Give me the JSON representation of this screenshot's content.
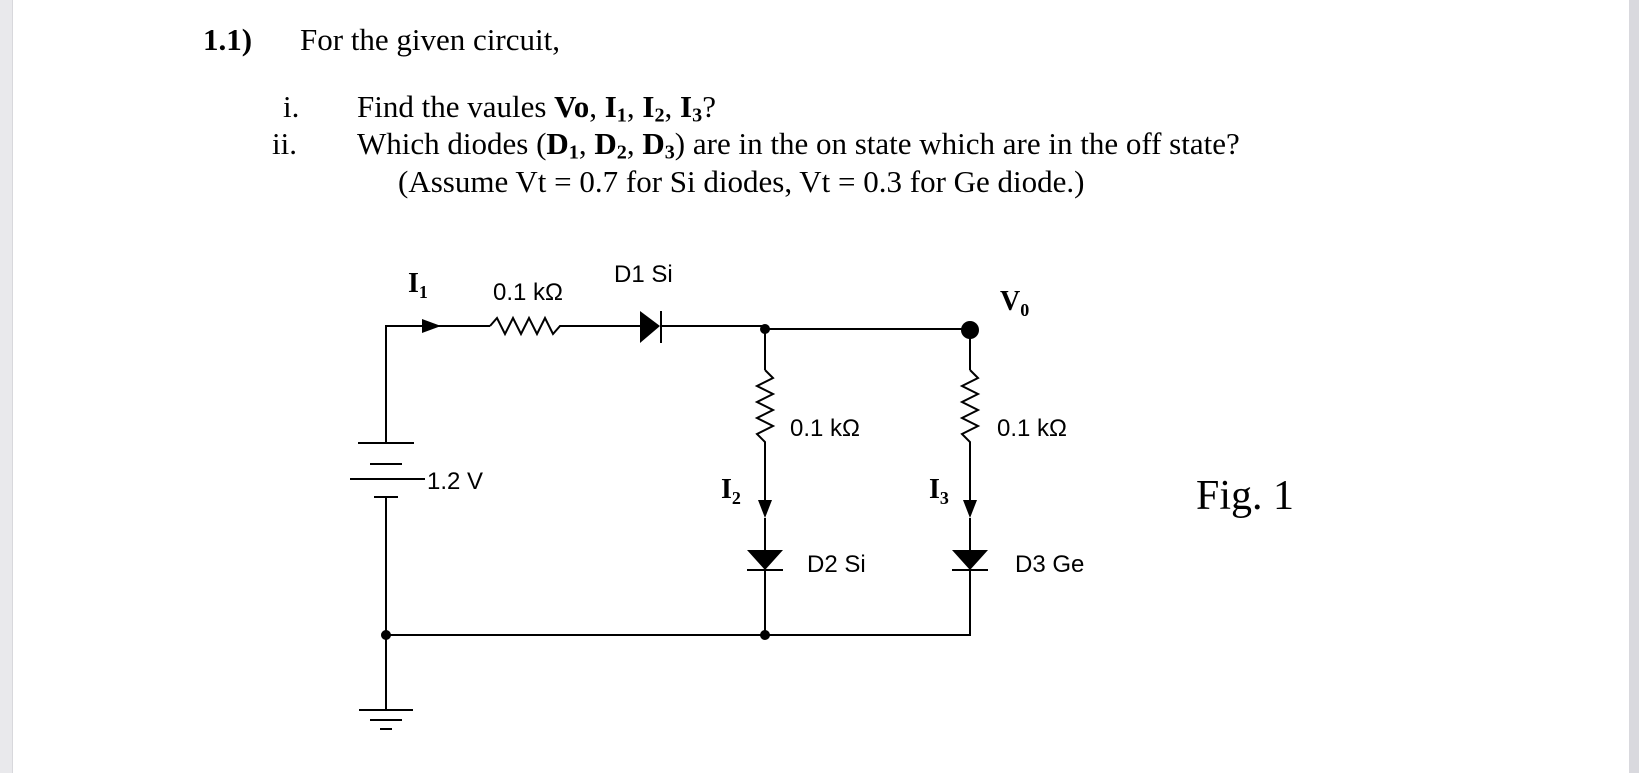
{
  "question": {
    "number": "1.1)",
    "title": "For the given circuit,",
    "items": [
      {
        "marker": "i.",
        "text_prefix": "Find the vaules ",
        "vars": [
          "Vo",
          "I1",
          "I2",
          "I3"
        ],
        "suffix": "?"
      },
      {
        "marker": "ii.",
        "text_prefix": "Which diodes (",
        "diodes": [
          "D1",
          "D2",
          "D3"
        ],
        "suffix": ") are in the on state which are in the off state?"
      }
    ],
    "assumption": "(Assume Vt = 0.7 for Si diodes, Vt = 0.3 for Ge diode.)"
  },
  "circuit": {
    "i1_label": "I",
    "i1_sub": "1",
    "r1_label": "0.1 kΩ",
    "d1_label": "D1 Si",
    "vo_label": "V",
    "vo_sub": "0",
    "r2_label": "0.1 kΩ",
    "r3_label": "0.1 kΩ",
    "source_label": "1.2 V",
    "i2_label": "I",
    "i2_sub": "2",
    "i3_label": "I",
    "i3_sub": "3",
    "d2_label": "D2 Si",
    "d3_label": "D3 Ge"
  },
  "figure_label": "Fig. 1"
}
